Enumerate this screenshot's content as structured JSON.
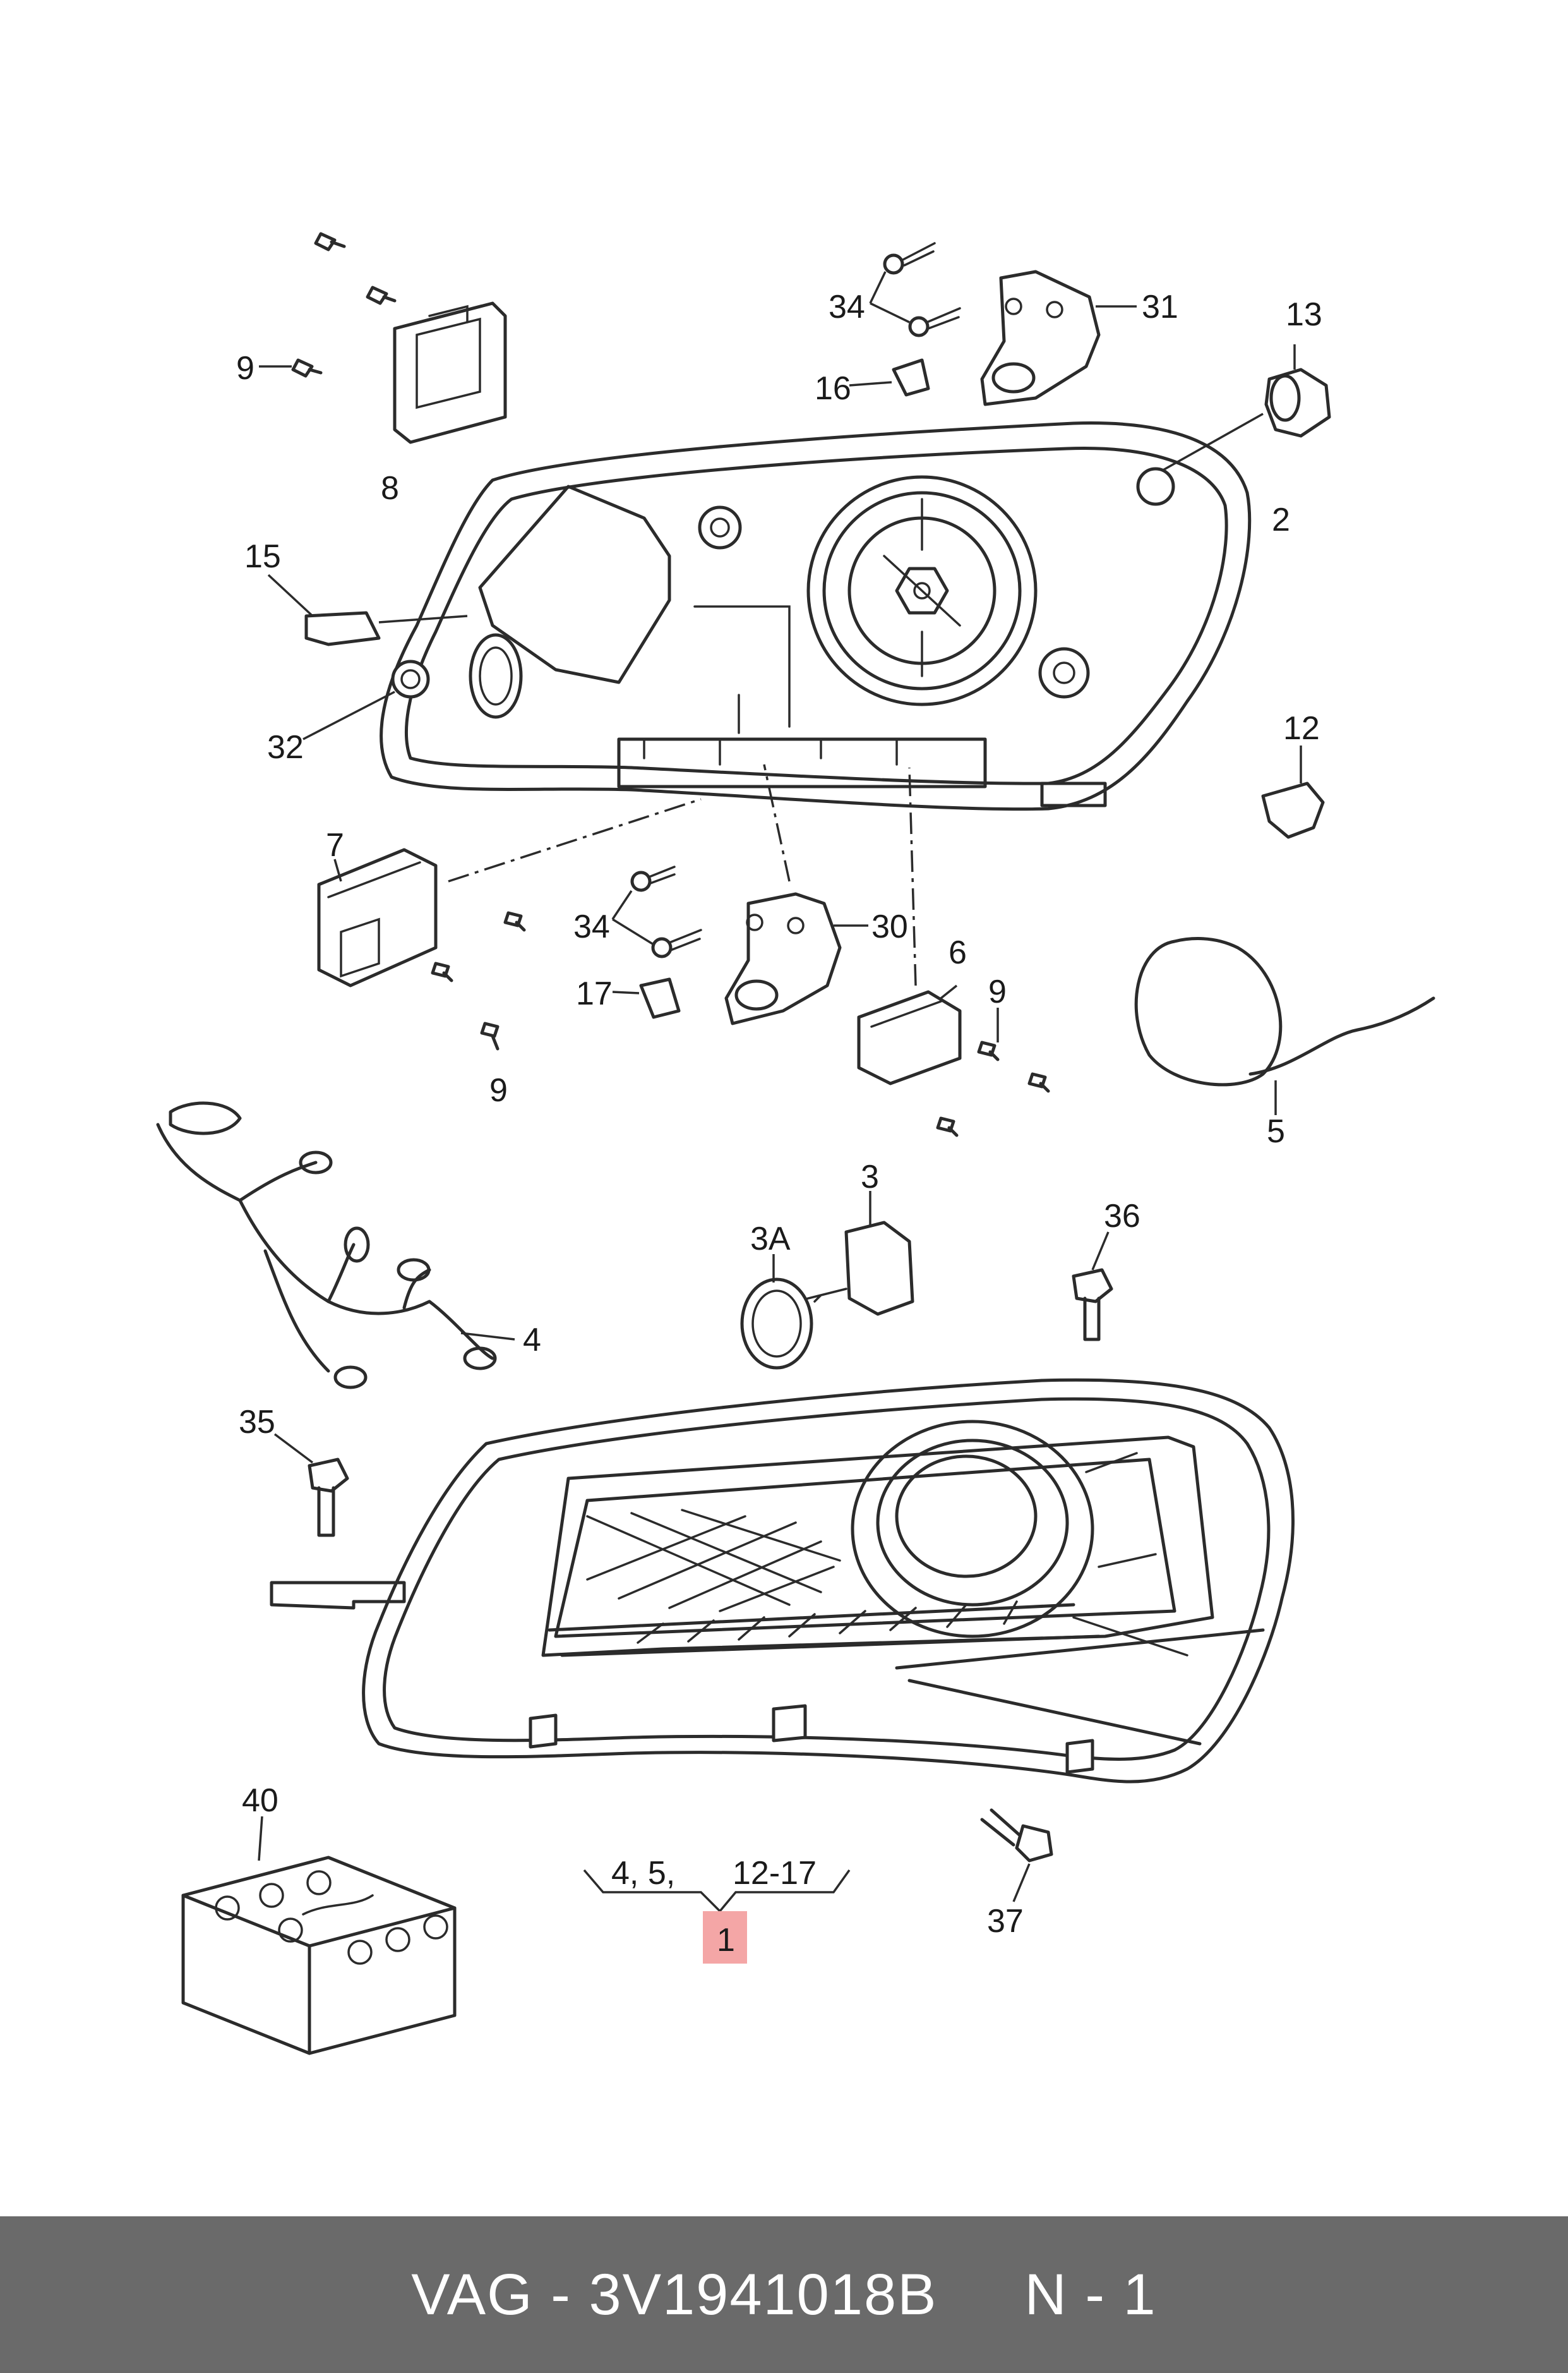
{
  "diagram": {
    "labels": {
      "l34a": "34",
      "l31": "31",
      "l13": "13",
      "l16": "16",
      "l9a": "9",
      "l8": "8",
      "l2": "2",
      "l15": "15",
      "l32": "32",
      "l12": "12",
      "l7": "7",
      "l34b": "34",
      "l30": "30",
      "l6": "6",
      "l9b": "9",
      "l17": "17",
      "l9c": "9",
      "l5": "5",
      "l3": "3",
      "l3a": "3A",
      "l36": "36",
      "l4": "4",
      "l35": "35",
      "l40": "40",
      "l37": "37",
      "lgroup_left": "4, 5,",
      "lgroup_right": "12-17",
      "lmain": "1"
    },
    "highlight_color": "#f4a6a6"
  },
  "footer": {
    "brand": "VAG",
    "separator": " - ",
    "part_number": "3V1941018B",
    "quantity": "N - 1",
    "background": "#6a6a6a"
  }
}
